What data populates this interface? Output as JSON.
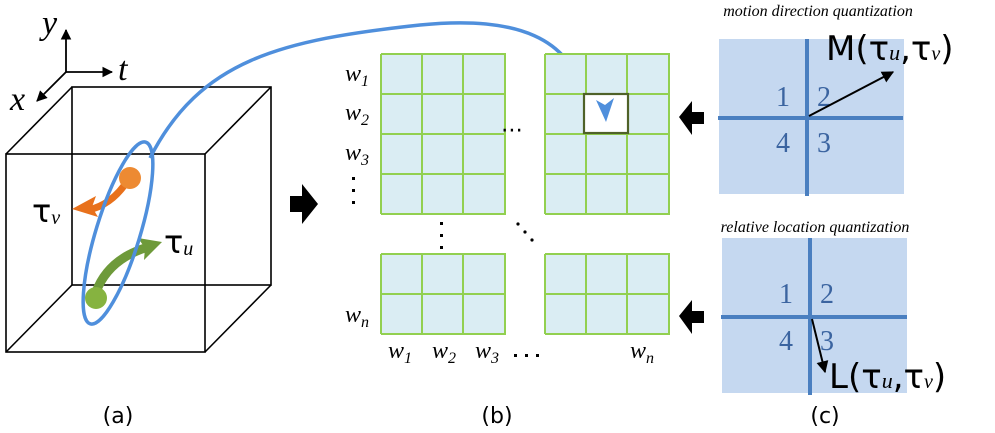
{
  "panel_a": {
    "axis_labels": {
      "y": "y",
      "t": "t",
      "x": "x"
    },
    "trajectory_v_label": "τ",
    "trajectory_v_sub": "v",
    "trajectory_u_label": "τ",
    "trajectory_u_sub": "u",
    "caption": "(a)",
    "colors": {
      "trajectory_v": "#e8711c",
      "trajectory_u": "#6e9a3a",
      "ellipse": "#4f8fdc"
    }
  },
  "panel_b": {
    "row_labels": [
      "w",
      "w",
      "w"
    ],
    "row_subs": [
      "1",
      "2",
      "3"
    ],
    "row_last_label": "w",
    "row_last_sub": "n",
    "col_labels": [
      "w",
      "w",
      "w"
    ],
    "col_subs": [
      "1",
      "2",
      "3"
    ],
    "col_last_label": "w",
    "col_last_sub": "n",
    "h_ellipsis": "⋯",
    "caption": "(b)",
    "colors": {
      "cell_fill": "#daedf3",
      "grid_line": "#92d050",
      "highlight": "#4f6228"
    }
  },
  "panel_c": {
    "top_title": "motion direction quantization",
    "bottom_title": "relative location quantization",
    "quadrants": [
      "1",
      "2",
      "3",
      "4"
    ],
    "motion_label": "M(τu,τv)",
    "motion_label_parts": {
      "fn": "M",
      "open": "(",
      "t1": "τ",
      "s1": "u",
      "comma": ",",
      "t2": "τ",
      "s2": "v",
      "close": ")"
    },
    "location_label_parts": {
      "fn": "L",
      "open": "(",
      "t1": "τ",
      "s1": "u",
      "comma": ",",
      "t2": "τ",
      "s2": "v",
      "close": ")"
    },
    "caption": "(c)",
    "colors": {
      "quad_fill": "#c5d8f0",
      "axis": "#4a7fc0",
      "number": "#3b64a0"
    }
  }
}
